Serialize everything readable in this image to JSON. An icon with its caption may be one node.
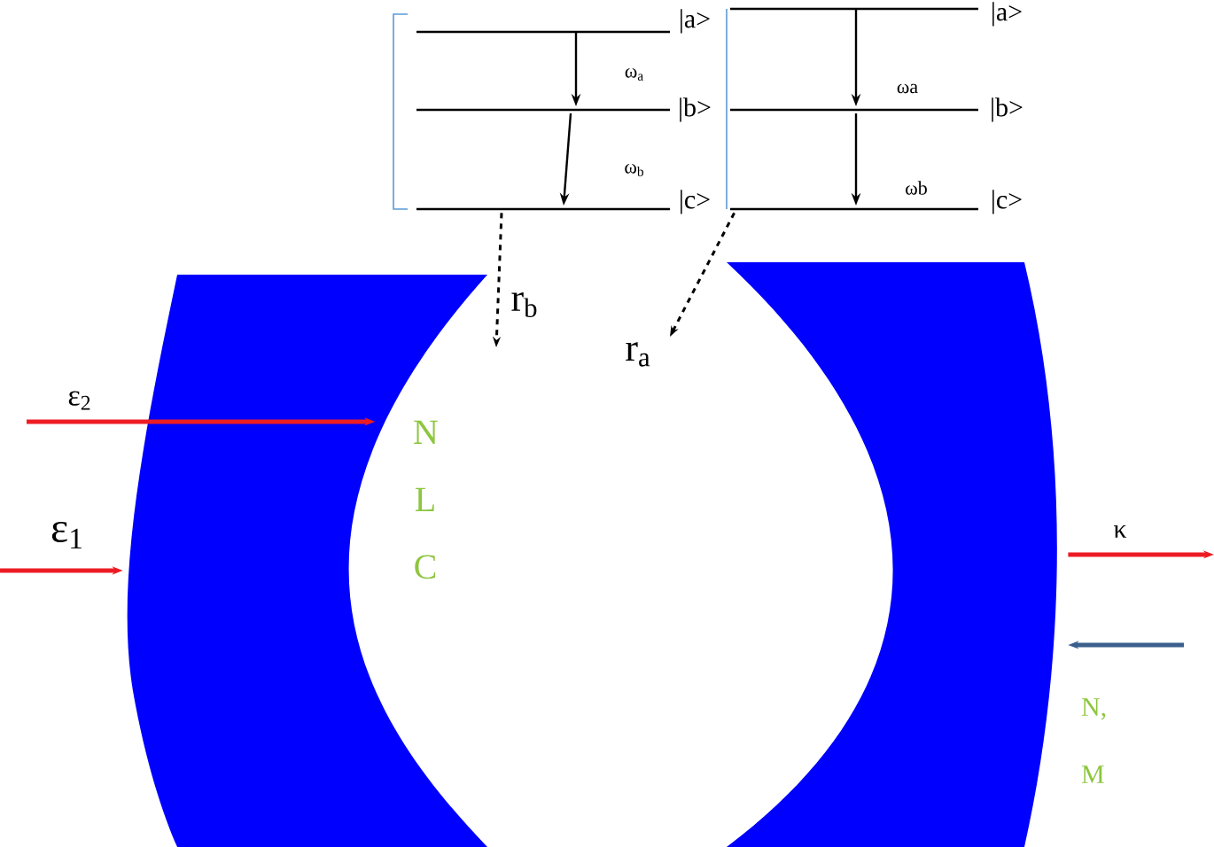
{
  "diagram": {
    "nodes": [
      {
        "text": [],
        "shape": "mirror"
      },
      {
        "text": [],
        "shape": "mirror"
      },
      {
        "text": [
          "|a>",
          "|b>",
          "|c>",
          "ω$_{a}$",
          "ω$_{b}$"
        ]
      },
      {
        "text": [
          "|a>",
          "|b>",
          "|c>",
          "ωa",
          "ωb"
        ]
      }
    ],
    "edges": [
      {
        "from": 2,
        "to": null,
        "arrow": "to",
        "style": "dashed",
        "color": "#000000",
        "label": "r$_{b}$"
      },
      {
        "from": 3,
        "to": null,
        "arrow": "to",
        "style": "dashed",
        "color": "#000000",
        "label": "r$_{a}$"
      },
      {
        "from": null,
        "to": 0,
        "arrow": "to",
        "color": "#ed1c24",
        "label": "ε$_{2}$"
      },
      {
        "from": null,
        "to": 0,
        "arrow": "to",
        "color": "#ed1c24",
        "label": "ε$_{1}$"
      },
      {
        "from": 1,
        "to": null,
        "arrow": "to",
        "color": "#ed1c24",
        "label": "κ"
      },
      {
        "from": null,
        "to": 1,
        "arrow": "to",
        "color": "#3a5f8c"
      }
    ],
    "labels": [
      "N L C",
      "N, M"
    ]
  }
}
